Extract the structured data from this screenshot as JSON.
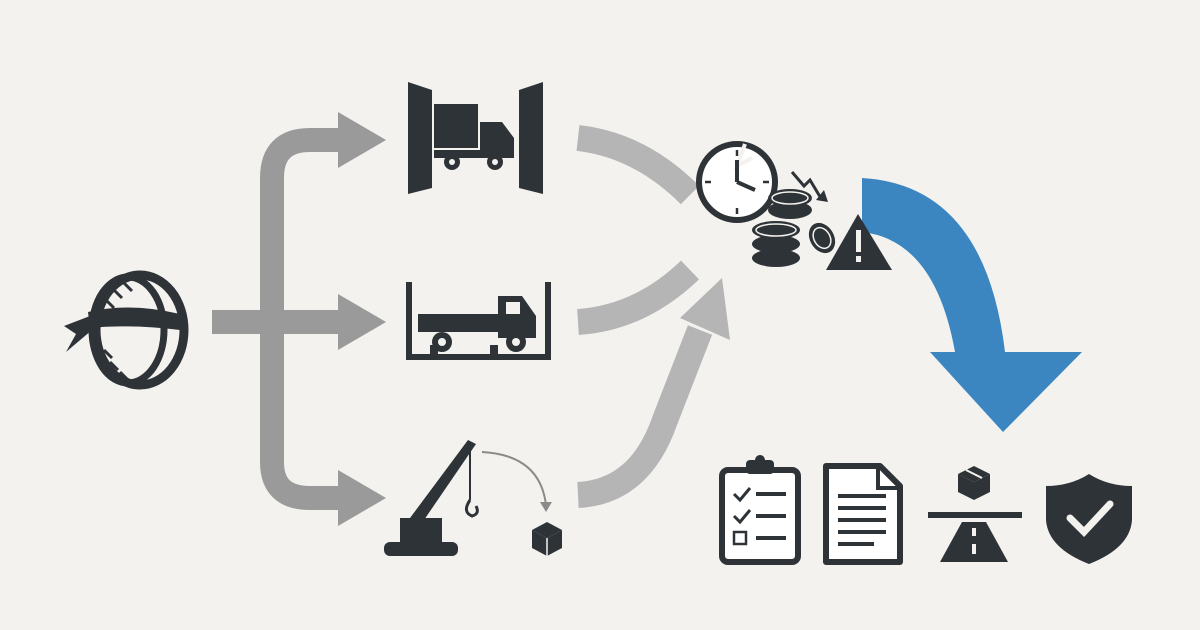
{
  "colors": {
    "background": "#f3f2ee",
    "icon": "#2e3338",
    "connector": "#9a9a9a",
    "connector_light": "#b5b5b5",
    "accent": "#3b86c0",
    "warning": "#2e3338"
  },
  "nodes": {
    "start": {
      "icon": "blindfolded-coin-icon"
    },
    "loading_dock": {
      "icon": "dock-truck-icon"
    },
    "flatbed": {
      "icon": "flatbed-truck-icon"
    },
    "crane": {
      "icon": "crane-icon"
    },
    "risk": {
      "icons": [
        "broken-clock-icon",
        "coin-stack-icon",
        "down-trend-icon",
        "warning-icon"
      ]
    },
    "outcomes": {
      "icons": [
        "checklist-icon",
        "document-icon",
        "package-road-icon",
        "shield-check-icon"
      ]
    }
  },
  "connectors": {
    "branch": "fork-to-three-options",
    "converge": "three-options-to-risk",
    "highlight": "risk-to-outcomes"
  }
}
